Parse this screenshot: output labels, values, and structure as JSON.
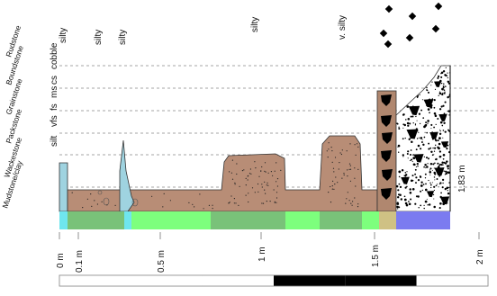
{
  "colors": {
    "silt": "#b88d76",
    "silt_blue": "#9fd3e0",
    "sand_gravel": "#ffffff",
    "mudstone_bar": "#b0876f",
    "bar_cyan": "#6fe6ee",
    "bar_green_dark": "#79c279",
    "bar_green_light": "#7dff7d",
    "bar_tan": "#cfc184",
    "bar_blue": "#7b7bf0",
    "marker": "#000000"
  },
  "grain_size_scale": {
    "labels": [
      "Mudstone/clay",
      "Wackestone",
      "Packstone",
      "Grainstone",
      "Boundstone",
      "Rudstone"
    ],
    "abbreviations": [
      "silt",
      "vfs",
      "fs",
      "ms",
      "cs",
      "cobble"
    ]
  },
  "facies_labels": [
    "silty",
    "silty",
    "silty",
    "silty",
    "v. silty"
  ],
  "thickness_label": "1.83 m",
  "depth_axis": {
    "ticks": [
      "0 m",
      "0.1 m",
      "0.5 m",
      "1 m",
      "1.5 m",
      "2 m"
    ]
  },
  "scale_bar": {
    "segments": [
      "white",
      "white",
      "white",
      "black",
      "black",
      "white"
    ]
  }
}
